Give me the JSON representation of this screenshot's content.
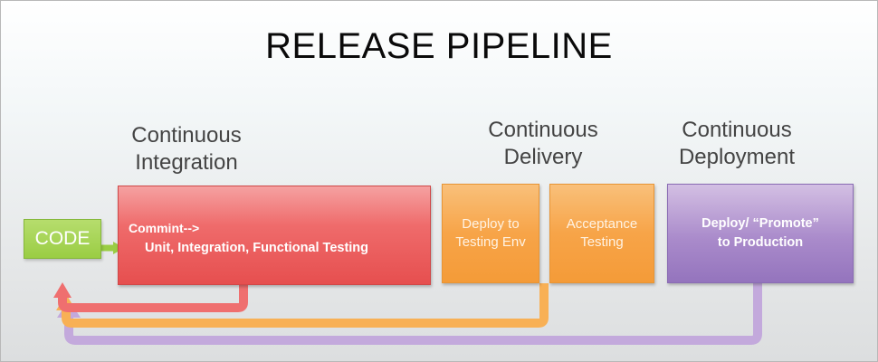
{
  "title": "RELEASE PIPELINE",
  "stages": {
    "continuous_integration": {
      "label_line1": "Continuous",
      "label_line2": "Integration"
    },
    "continuous_delivery": {
      "label_line1": "Continuous",
      "label_line2": "Delivery"
    },
    "continuous_deployment": {
      "label_line1": "Continuous",
      "label_line2": "Deployment"
    }
  },
  "code_box": {
    "label": "CODE"
  },
  "boxes": {
    "commit": {
      "line1": "Commint-->",
      "line2": "Unit, Integration, Functional Testing",
      "color": "#ea5a5a"
    },
    "deploy_testing": {
      "line1": "Deploy to",
      "line2": "Testing Env",
      "color": "#f6a243"
    },
    "acceptance": {
      "line1": "Acceptance",
      "line2": "Testing",
      "color": "#f6a243"
    },
    "promote": {
      "line1": "Deploy/ “Promote”",
      "line2": "to Production",
      "color": "#a184c6"
    }
  },
  "feedback_arrows": {
    "colors": {
      "red": "#ef6f6f",
      "orange": "#f8b055",
      "purple": "#c3a9dc",
      "green": "#9acd44"
    }
  }
}
